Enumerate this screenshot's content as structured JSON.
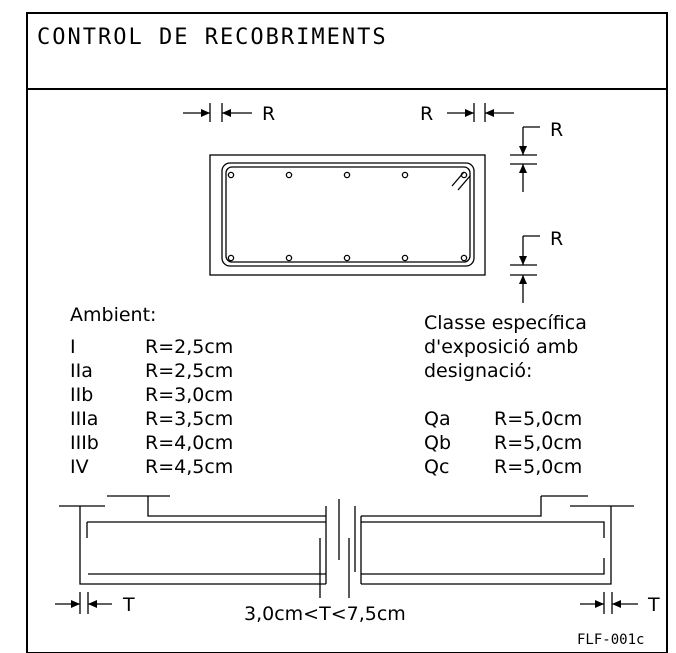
{
  "title": "CONTROL DE RECOBRIMENTS",
  "dim_label_r": "R",
  "dim_label_t": "T",
  "ambient": {
    "heading": "Ambient:",
    "rows": [
      {
        "cls": "I",
        "val": "R=2,5cm"
      },
      {
        "cls": "IIa",
        "val": "R=2,5cm"
      },
      {
        "cls": "IIb",
        "val": "R=3,0cm"
      },
      {
        "cls": "IIIa",
        "val": "R=3,5cm"
      },
      {
        "cls": "IIIb",
        "val": "R=4,0cm"
      },
      {
        "cls": "IV",
        "val": "R=4,5cm"
      }
    ]
  },
  "specific": {
    "line1": "Classe específica",
    "line2": "d'exposició amb",
    "line3": "designació:",
    "rows": [
      {
        "cls": "Qa",
        "val": "R=5,0cm"
      },
      {
        "cls": "Qb",
        "val": "R=5,0cm"
      },
      {
        "cls": "Qc",
        "val": "R=5,0cm"
      }
    ]
  },
  "slab_range": "3,0cm<T<7,5cm",
  "code": "FLF-001c"
}
